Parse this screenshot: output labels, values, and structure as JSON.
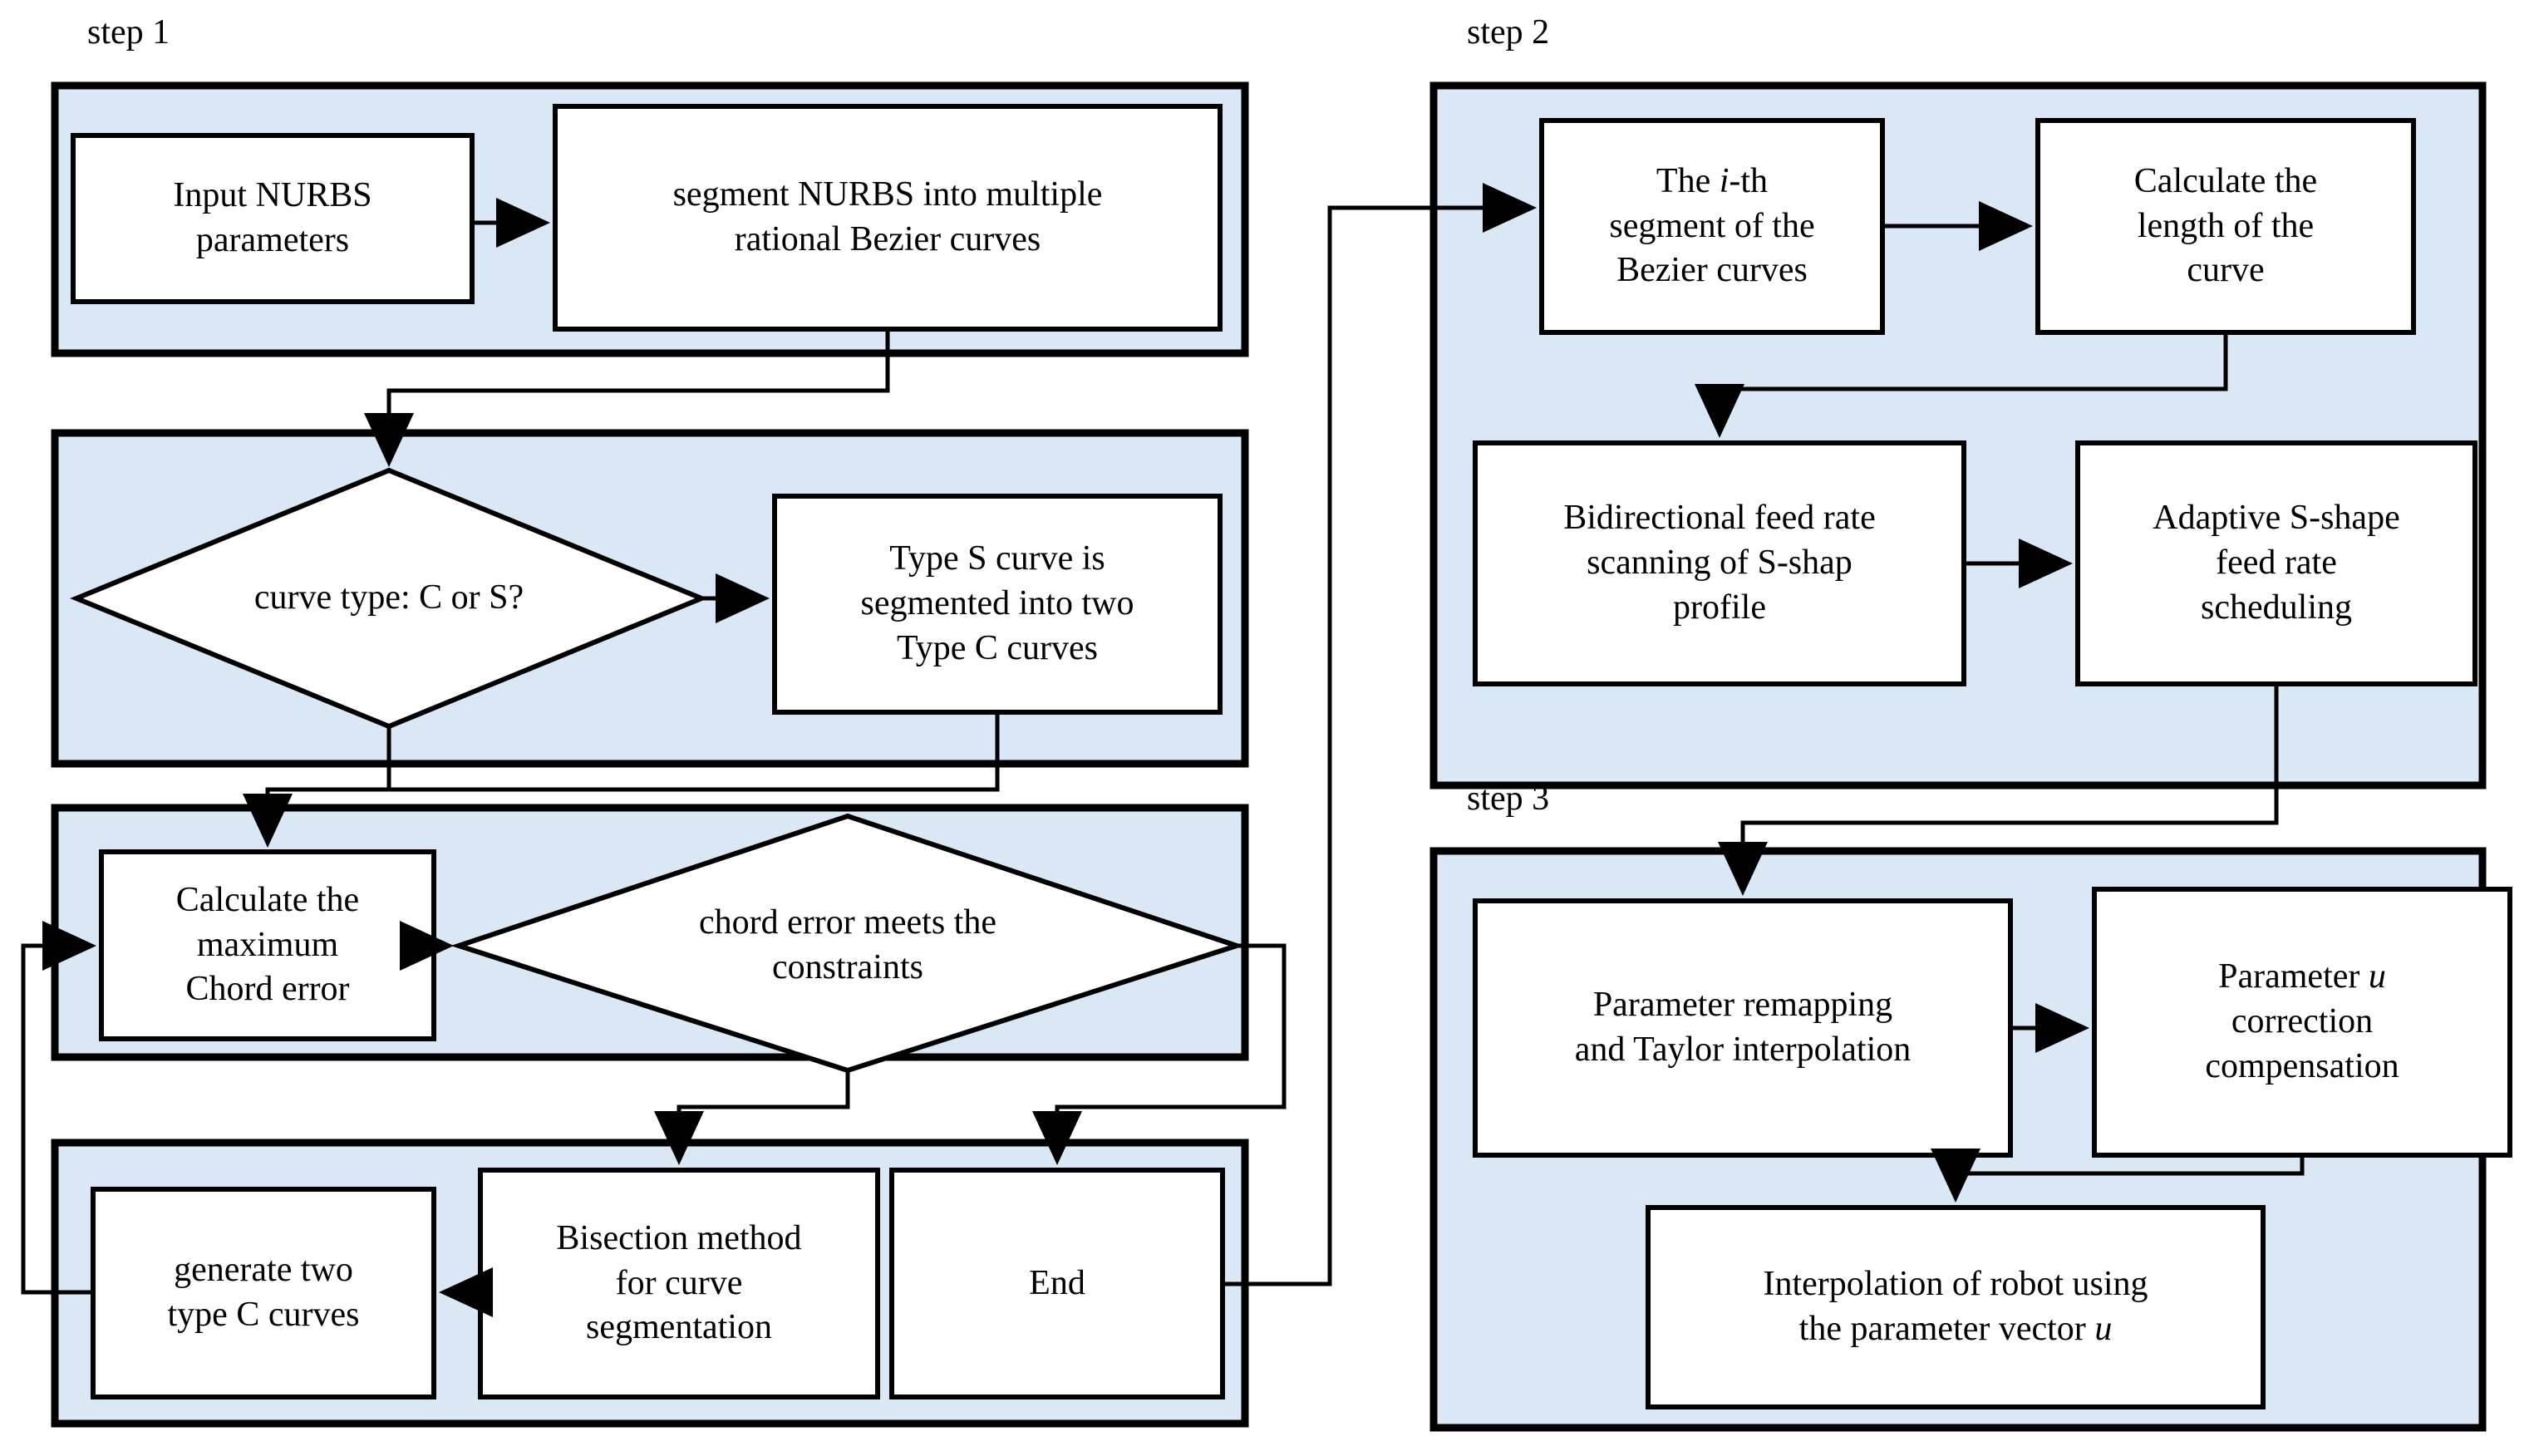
{
  "title": "NURBS interpolation algorithm flowchart",
  "colors": {
    "panel_fill": "#d9e8f4",
    "node_fill": "#ffffff",
    "stroke": "#000000",
    "background": "#ffffff"
  },
  "panels": [
    {
      "id": "step1a",
      "label": "step 1"
    },
    {
      "id": "step1b",
      "label": ""
    },
    {
      "id": "step1c",
      "label": ""
    },
    {
      "id": "step1d",
      "label": ""
    },
    {
      "id": "step2",
      "label": "step 2"
    },
    {
      "id": "step3",
      "label": "step 3"
    }
  ],
  "nodes": [
    {
      "id": "input-nurbs",
      "shape": "rect",
      "text": "Input NURBS\nparameters"
    },
    {
      "id": "segment-nurbs",
      "shape": "rect",
      "text": "segment NURBS into multiple\nrational Bezier curves"
    },
    {
      "id": "curve-type",
      "shape": "diamond",
      "text": "curve type: C or S?"
    },
    {
      "id": "type-s-segmented",
      "shape": "rect",
      "text": "Type S curve is\nsegmented into two\nType C curves"
    },
    {
      "id": "calc-max-chord",
      "shape": "rect",
      "text": "Calculate the\nmaximum\nChord error"
    },
    {
      "id": "chord-constraints",
      "shape": "diamond",
      "text": "chord error meets the\nconstraints"
    },
    {
      "id": "generate-two-c",
      "shape": "rect",
      "text": "generate two\ntype C curves"
    },
    {
      "id": "bisection-method",
      "shape": "rect",
      "text": "Bisection method\nfor curve\nsegmentation"
    },
    {
      "id": "end",
      "shape": "rect",
      "text": "End"
    },
    {
      "id": "ith-segment",
      "shape": "rect",
      "text": "The |i|-th\nsegment of the\nBezier curves"
    },
    {
      "id": "calc-length",
      "shape": "rect",
      "text": "Calculate the\nlength of the\ncurve"
    },
    {
      "id": "bidirectional-scan",
      "shape": "rect",
      "text": "Bidirectional feed rate\nscanning of S-shap\nprofile"
    },
    {
      "id": "adaptive-s-shape",
      "shape": "rect",
      "text": "Adaptive S-shape\nfeed rate\nscheduling"
    },
    {
      "id": "param-remapping",
      "shape": "rect",
      "text": "Parameter remapping\nand Taylor interpolation"
    },
    {
      "id": "param-u-correction",
      "shape": "rect",
      "text": "Parameter |u|\ncorrection\ncompensation"
    },
    {
      "id": "robot-interpolation",
      "shape": "rect",
      "text": "Interpolation of robot using\nthe parameter vector |u|"
    }
  ],
  "edges": [
    {
      "from": "input-nurbs",
      "to": "segment-nurbs",
      "arrow": true
    },
    {
      "from": "segment-nurbs",
      "to": "curve-type",
      "arrow": true
    },
    {
      "from": "curve-type",
      "to": "type-s-segmented",
      "arrow": true
    },
    {
      "from": "curve-type",
      "to": "calc-max-chord",
      "arrow": true
    },
    {
      "from": "type-s-segmented",
      "to": "calc-max-chord",
      "arrow": false
    },
    {
      "from": "calc-max-chord",
      "to": "chord-constraints",
      "arrow": true
    },
    {
      "from": "chord-constraints",
      "to": "bisection-method",
      "arrow": true
    },
    {
      "from": "chord-constraints",
      "to": "end",
      "arrow": true
    },
    {
      "from": "bisection-method",
      "to": "generate-two-c",
      "arrow": true
    },
    {
      "from": "generate-two-c",
      "to": "calc-max-chord",
      "arrow": true
    },
    {
      "from": "end",
      "to": "ith-segment",
      "arrow": true
    },
    {
      "from": "ith-segment",
      "to": "calc-length",
      "arrow": true
    },
    {
      "from": "calc-length",
      "to": "bidirectional-scan",
      "arrow": true
    },
    {
      "from": "bidirectional-scan",
      "to": "adaptive-s-shape",
      "arrow": true
    },
    {
      "from": "adaptive-s-shape",
      "to": "param-remapping",
      "arrow": true
    },
    {
      "from": "param-remapping",
      "to": "param-u-correction",
      "arrow": true
    },
    {
      "from": "param-u-correction",
      "to": "robot-interpolation",
      "arrow": true
    }
  ]
}
